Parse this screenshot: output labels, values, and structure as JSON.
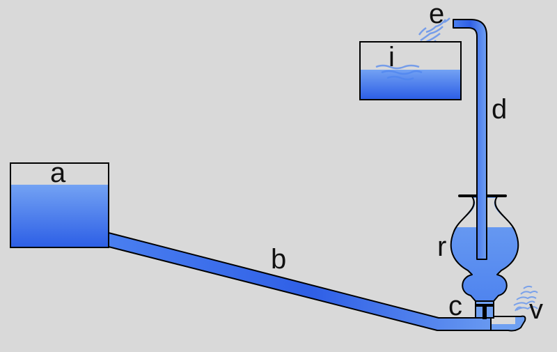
{
  "labels": {
    "a": "a",
    "b": "b",
    "c": "c",
    "d": "d",
    "e": "e",
    "i": "i",
    "r": "r",
    "v": "v"
  },
  "colors": {
    "background": "#d9d9d9",
    "water_light": "#6fa0f2",
    "water_dark": "#2f62e6",
    "outline": "#000000",
    "empty": "#d9d9d9"
  }
}
